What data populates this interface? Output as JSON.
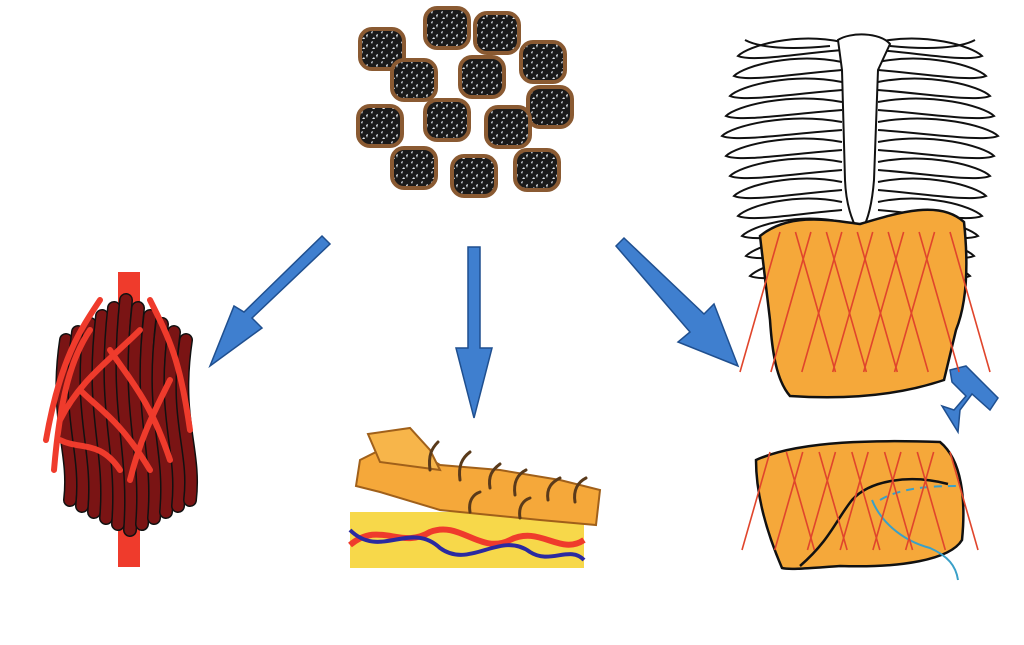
{
  "diagram": {
    "nodes": [
      {
        "id": "cell-cluster",
        "icon": "cell-cluster-icon"
      },
      {
        "id": "muscle",
        "icon": "muscle-fiber-bundle-icon"
      },
      {
        "id": "skin",
        "icon": "skin-tissue-icon"
      },
      {
        "id": "rib-cage-organ",
        "icon": "rib-cage-with-organ-icon"
      },
      {
        "id": "organ-patch",
        "icon": "organ-patch-icon"
      }
    ],
    "edges": [
      {
        "from": "cell-cluster",
        "to": "muscle"
      },
      {
        "from": "cell-cluster",
        "to": "skin"
      },
      {
        "from": "cell-cluster",
        "to": "rib-cage-organ"
      },
      {
        "from": "rib-cage-organ",
        "to": "organ-patch"
      }
    ],
    "colors": {
      "arrow": "#3f7fcf",
      "muscle": "#7a1414",
      "vessel": "#ef3b2c",
      "tissue": "#f5a83a",
      "cell_border": "#8a5a32",
      "vein": "#2b2aa0",
      "fat": "#f7d84a"
    }
  }
}
